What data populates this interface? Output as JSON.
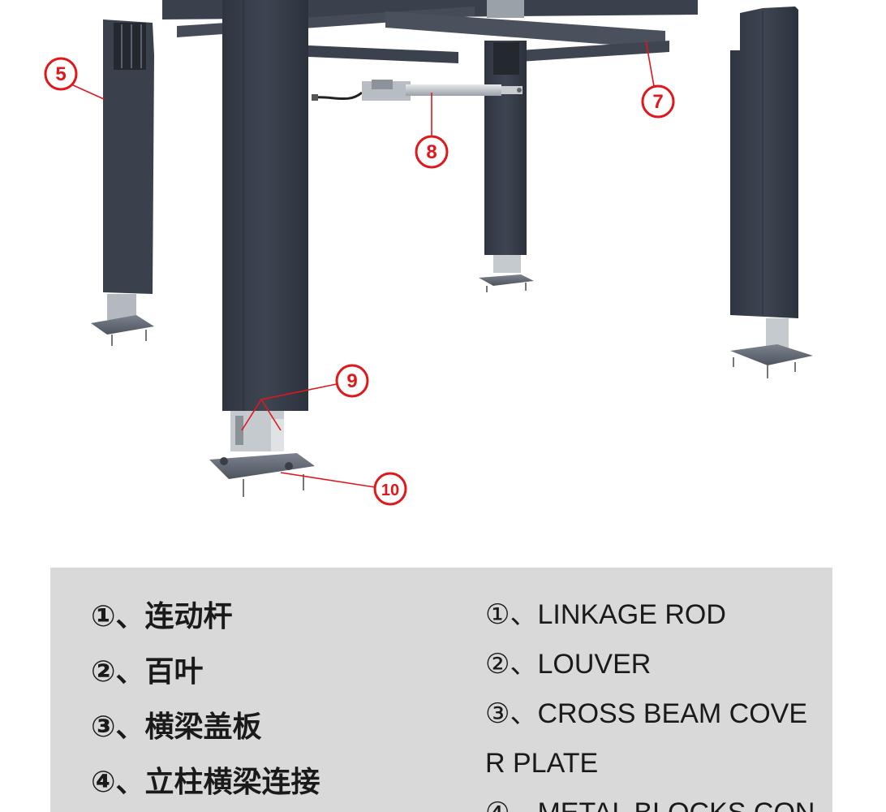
{
  "callouts": [
    "5",
    "7",
    "8",
    "9",
    "10"
  ],
  "legend": {
    "cn": [
      "①、连动杆",
      "②、百叶",
      "③、横梁盖板",
      "④、立柱横梁连接"
    ],
    "en": [
      "①、LINKAGE ROD",
      "②、LOUVER",
      "③、CROSS BEAM COVER PLATE",
      "④、METAL BLOCKS CON"
    ]
  },
  "colors": {
    "metal_dark": "#3c4350",
    "metal_light": "#5a6270",
    "callout_red": "#e0181b",
    "panel_gray": "#d9d9d9"
  }
}
